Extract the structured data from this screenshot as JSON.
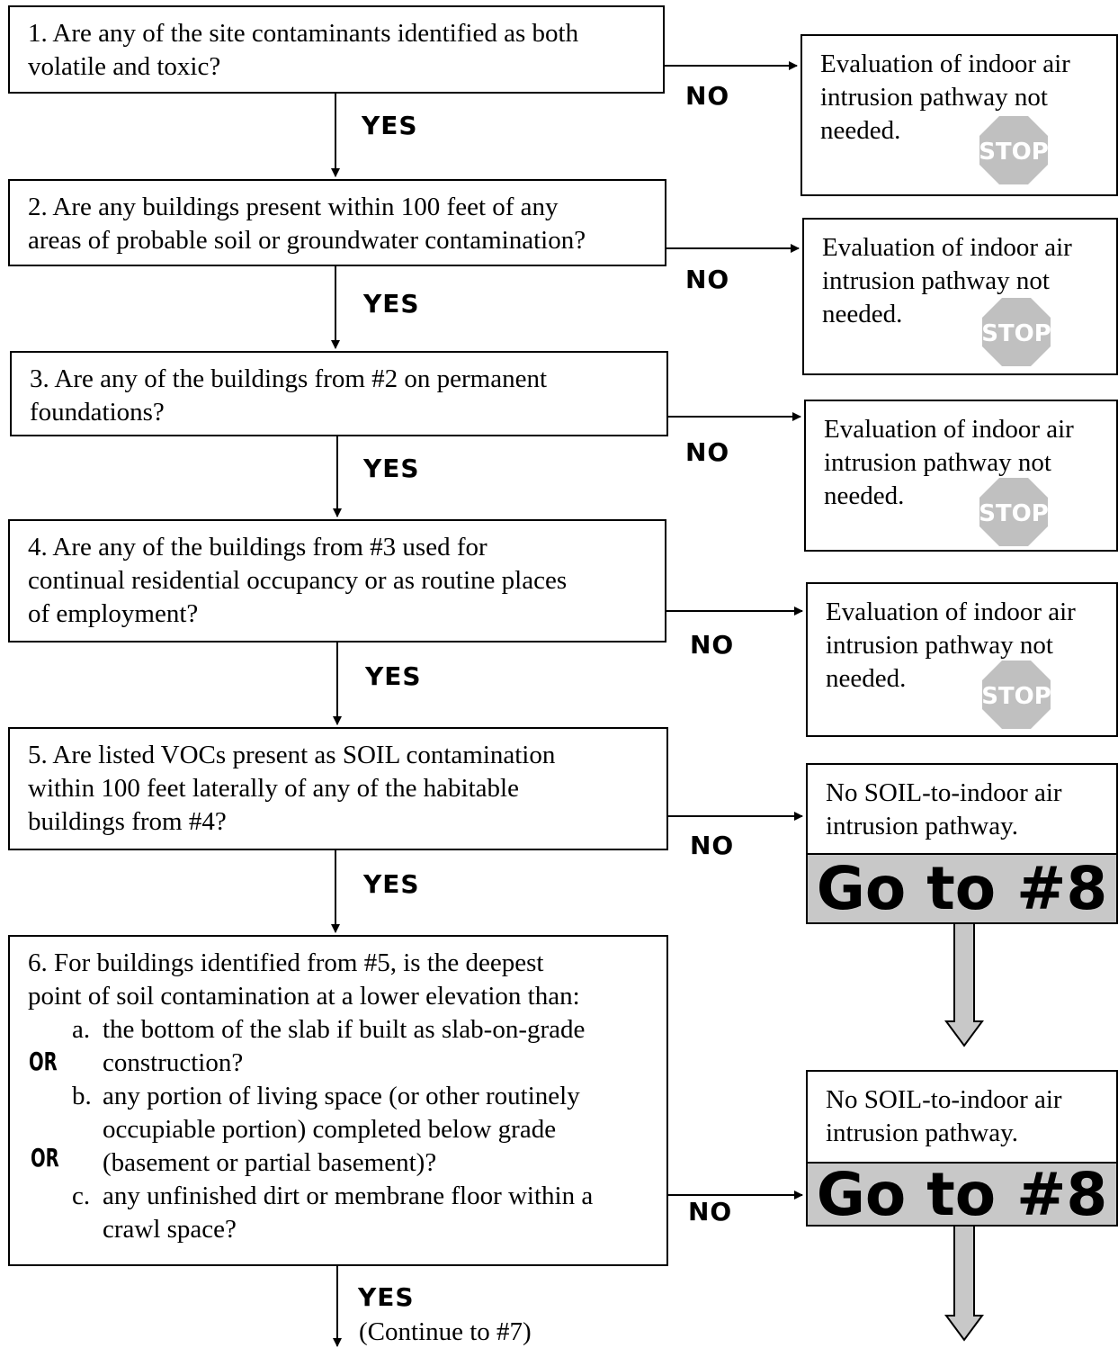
{
  "questions": [
    {
      "text": "1. Are any of the site contaminants identified as both\nvolatile and toxic?"
    },
    {
      "text": "2. Are any buildings present within 100 feet of any\nareas of probable soil or groundwater contamination?"
    },
    {
      "text": "3. Are any of the buildings from #2 on permanent\nfoundations?"
    },
    {
      "text": "4. Are any of the buildings from #3 used for\ncontinual residential occupancy or as routine places\nof employment?"
    },
    {
      "text": "5. Are listed VOCs present as SOIL contamination\nwithin 100 feet laterally of any of the habitable\nbuildings from #4?"
    },
    {
      "intro": "6. For buildings identified from #5, is the deepest\npoint of soil contamination at a lower elevation than:",
      "a_letter": "a.",
      "a_text": "the bottom of the slab if built as slab-on-grade\nconstruction?",
      "b_letter": "b.",
      "b_text": "any portion of living space (or other routinely\noccupiable portion) completed below grade\n(basement or partial basement)?",
      "c_letter": "c.",
      "c_text": "any unfinished dirt or membrane floor within a\ncrawl space?",
      "or_label": "OR"
    }
  ],
  "results": {
    "stop_text": "Evaluation of indoor air\nintrusion pathway not\nneeded.",
    "stop_sign": "STOP",
    "soil_text": "No SOIL-to-indoor air\nintrusion pathway.",
    "goto_label": "Go to #8"
  },
  "labels": {
    "yes": "YES",
    "no": "NO",
    "continue": "(Continue to #7)"
  },
  "icons": {
    "stop_sign": "stop-sign-icon",
    "stop_color": "#c0c0c0"
  }
}
